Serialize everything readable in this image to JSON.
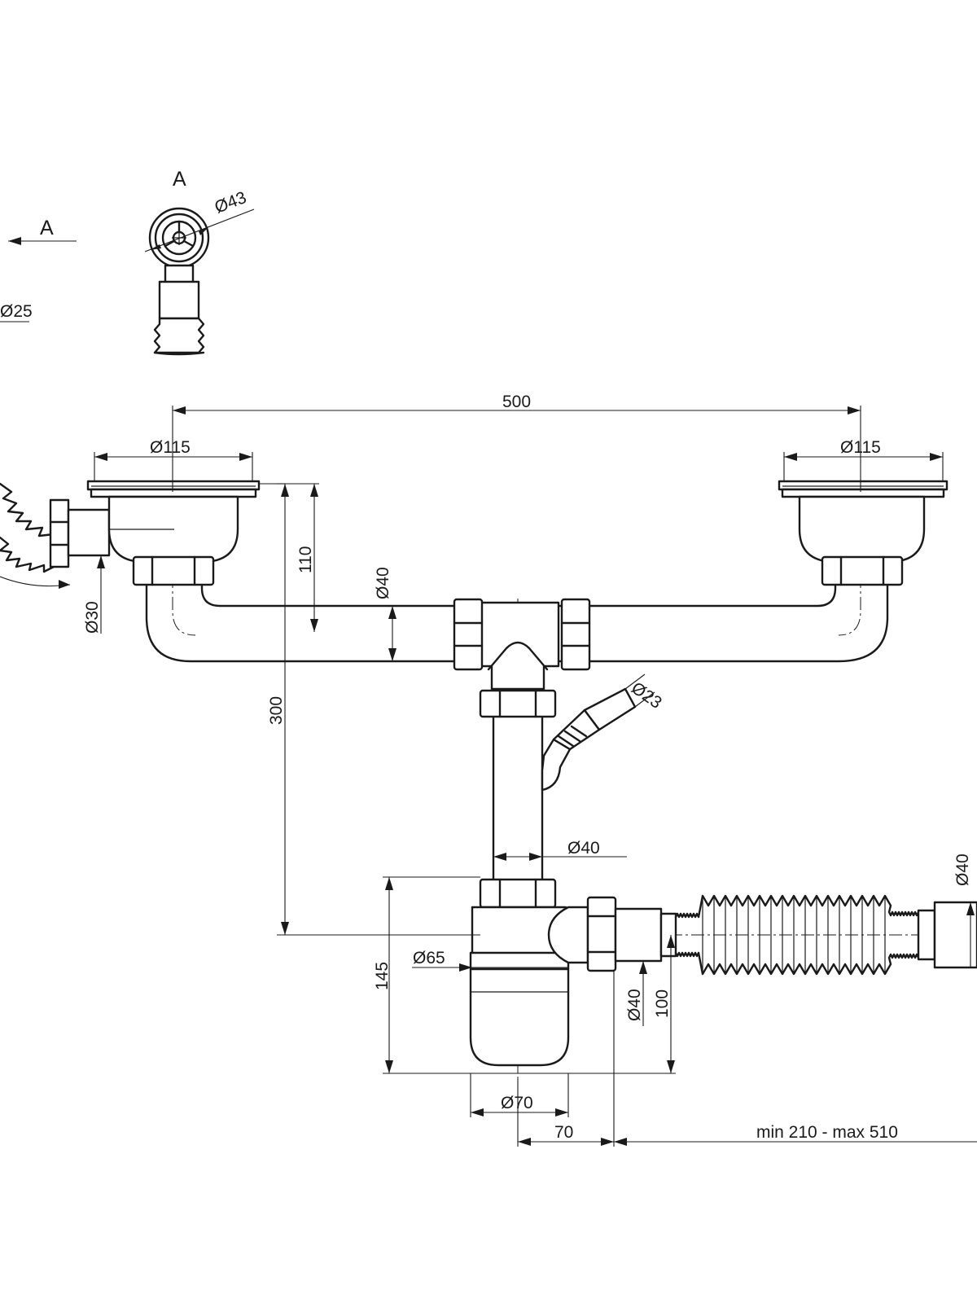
{
  "view": {
    "title": "A",
    "arrow_label": "A"
  },
  "dimensions": {
    "d43": "Ø43",
    "d25": "Ø25",
    "w500": "500",
    "d115_left": "Ø115",
    "d115_right": "Ø115",
    "h110": "110",
    "d40_branch": "Ø40",
    "d30": "Ø30",
    "h300": "300",
    "d23": "Ø23",
    "d40_pipe": "Ø40",
    "d40_outlet": "Ø40",
    "h145": "145",
    "d65": "Ø65",
    "d40_connector": "Ø40",
    "h100": "100",
    "d70": "Ø70",
    "w70": "70",
    "range": "min 210 - max 510"
  }
}
